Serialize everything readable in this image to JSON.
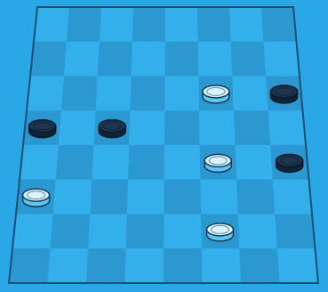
{
  "board": {
    "size": 8,
    "colors": {
      "background": "#2aa7e6",
      "light_square": "#33b0ec",
      "dark_square": "#2b98d2",
      "frame": "#1d4f73"
    }
  },
  "pieces": [
    {
      "color": "light",
      "row": 2,
      "col": 5
    },
    {
      "color": "dark",
      "row": 2,
      "col": 7
    },
    {
      "color": "dark",
      "row": 3,
      "col": 0
    },
    {
      "color": "dark",
      "row": 3,
      "col": 2
    },
    {
      "color": "light",
      "row": 4,
      "col": 5
    },
    {
      "color": "dark",
      "row": 4,
      "col": 7
    },
    {
      "color": "light",
      "row": 5,
      "col": 0
    },
    {
      "color": "light",
      "row": 6,
      "col": 5
    }
  ],
  "piece_styles": {
    "light": {
      "fill": "#d9f4ff",
      "rim": "#5fc6f2",
      "stroke": "#163a55"
    },
    "dark": {
      "fill": "#1d3550",
      "rim": "#0f2236",
      "stroke": "#0b1a2a"
    }
  }
}
